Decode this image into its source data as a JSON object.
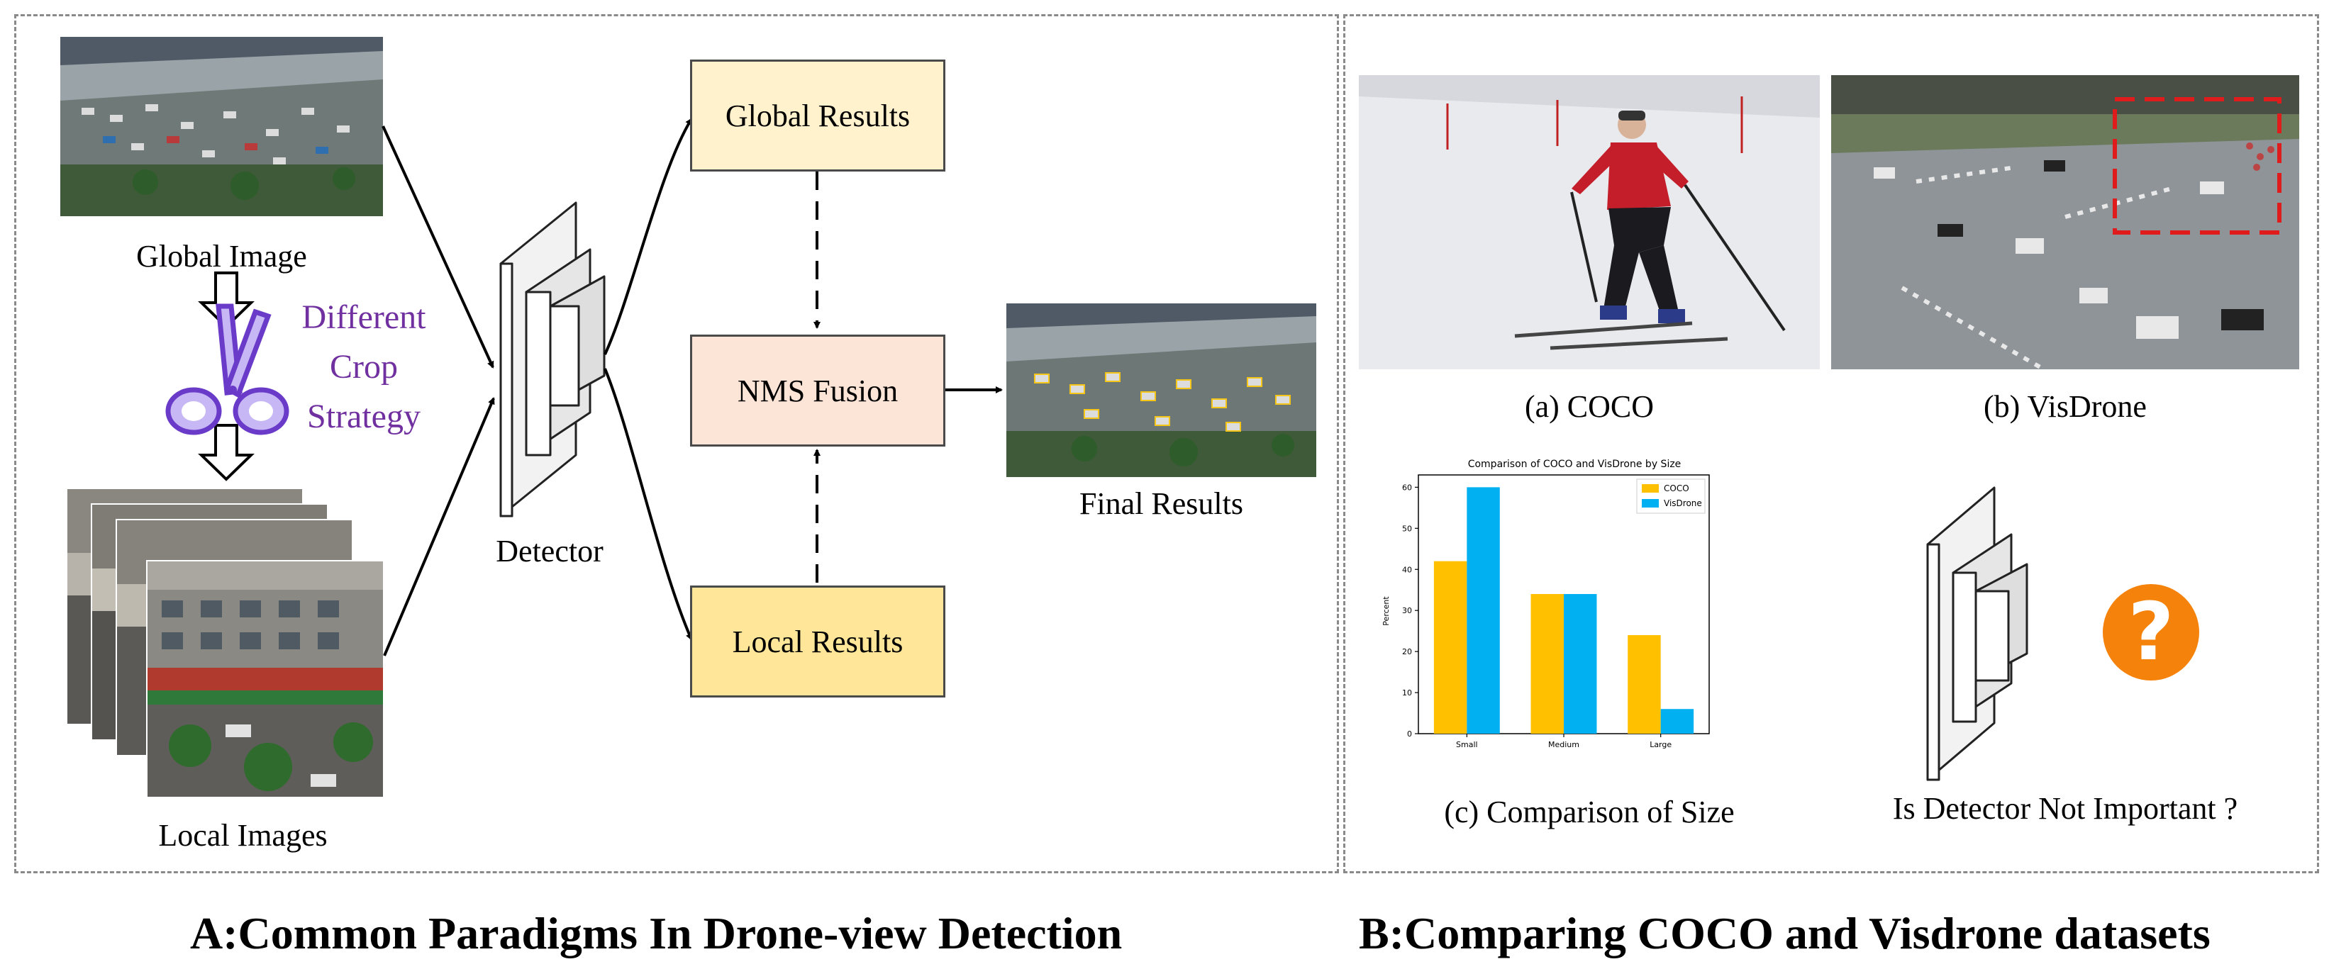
{
  "panel_a": {
    "global_image_label": "Global Image",
    "crop_strategy_label": [
      "Different",
      "Crop",
      "Strategy"
    ],
    "local_images_label": "Local Images",
    "detector_label": "Detector",
    "global_results": "Global Results",
    "nms_fusion": "NMS Fusion",
    "local_results": "Local Results",
    "final_results": "Final Results",
    "caption": "A:Common Paradigms In Drone-view Detection"
  },
  "panel_b": {
    "coco_caption": "(a) COCO",
    "visdrone_caption": "(b) VisDrone",
    "size_caption": "(c) Comparison of Size",
    "detector_question": "Is Detector Not Important ?",
    "caption": "B:Comparing COCO and Visdrone datasets"
  },
  "colors": {
    "global_box": "#fff2cc",
    "nms_box": "#fce4d6",
    "local_box": "#ffe699",
    "crop_text": "#7030a0",
    "question": "#f5820a",
    "coco_bar": "#ffc000",
    "visdrone_bar": "#00b0f0"
  },
  "chart_data": {
    "type": "bar",
    "title": "Comparison of COCO and VisDrone by Size",
    "ylabel": "Percent",
    "xlabel": "",
    "categories": [
      "Small",
      "Medium",
      "Large"
    ],
    "series": [
      {
        "name": "COCO",
        "values": [
          42,
          34,
          24
        ]
      },
      {
        "name": "VisDrone",
        "values": [
          60,
          34,
          6
        ]
      }
    ],
    "ylim": [
      0,
      63
    ],
    "yticks": [
      0,
      10,
      20,
      30,
      40,
      50,
      60
    ],
    "legend": "top-right",
    "grid": false
  }
}
